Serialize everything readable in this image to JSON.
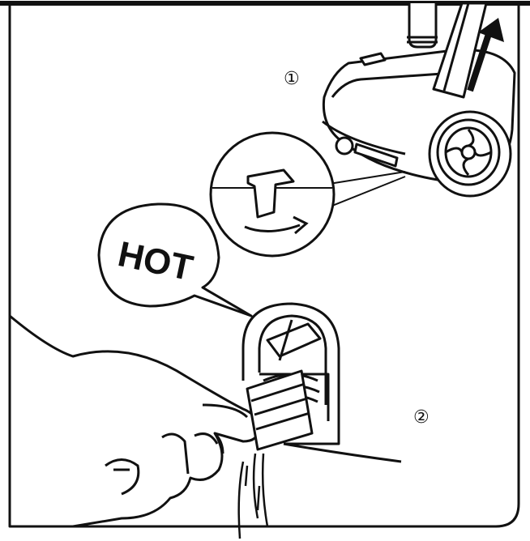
{
  "steps": {
    "step1": "①",
    "step2": "②"
  },
  "warning": {
    "hot_label": "HOT"
  },
  "colors": {
    "line": "#111111",
    "background": "#ffffff"
  },
  "icons": {
    "step1_arrow": "arrow-up-icon",
    "detail_arrow": "curved-arrow-right-icon",
    "hot_bubble": "speech-bubble-icon"
  }
}
